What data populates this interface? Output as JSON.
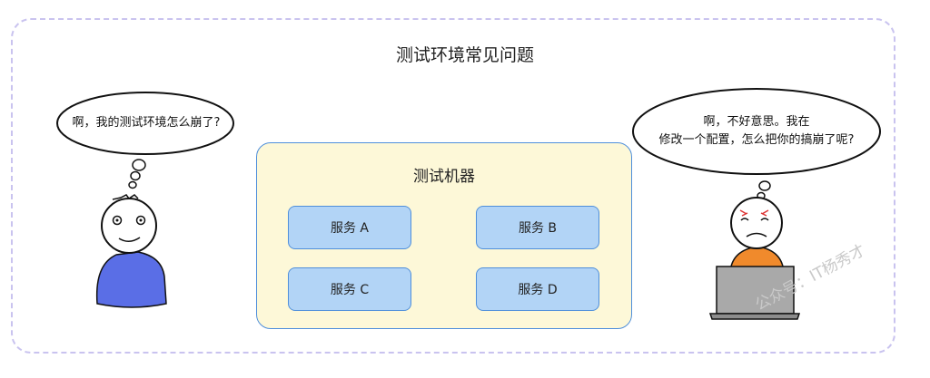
{
  "title": "测试环境常见问题",
  "machine": {
    "title": "测试机器",
    "services": [
      "服务 A",
      "服务 B",
      "服务 C",
      "服务 D"
    ]
  },
  "left_person": {
    "speech": "啊，我的测试环境怎么崩了?"
  },
  "right_person": {
    "speech_line1": "啊，不好意思。我在",
    "speech_line2": "修改一个配置，怎么把你的搞崩了呢?"
  },
  "watermark": "公众号：IT杨秀才",
  "colors": {
    "frame_border": "#c9c3ef",
    "machine_fill": "#fdf8d8",
    "service_fill": "#b2d4f6",
    "accent_blue": "#4f8fdb",
    "left_shirt": "#5a6ee6",
    "right_shirt": "#f08a2c"
  }
}
